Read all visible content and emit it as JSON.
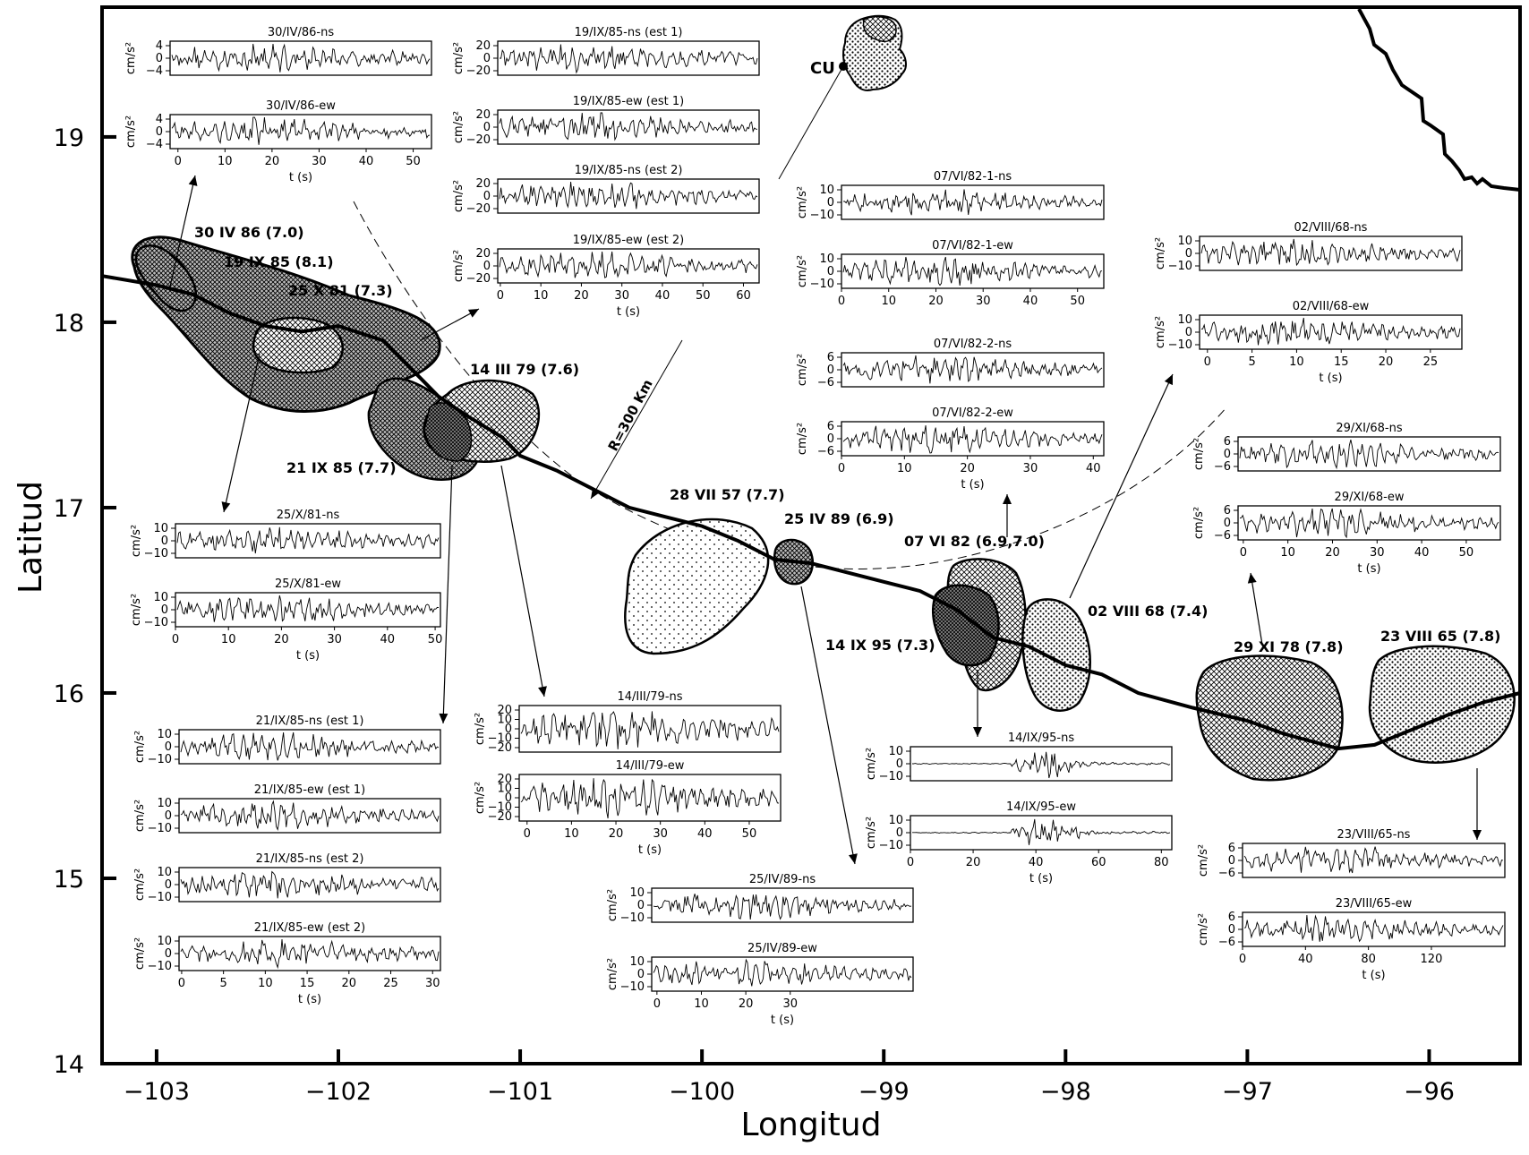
{
  "map": {
    "xlabel": "Longitud",
    "ylabel": "Latitud",
    "xlim": [
      -103.3,
      -95.5
    ],
    "ylim": [
      14,
      19.7
    ],
    "xticks": [
      "−103",
      "−102",
      "−101",
      "−100",
      "−99",
      "−98",
      "−97",
      "−96"
    ],
    "yticks": [
      "14",
      "15",
      "16",
      "17",
      "18",
      "19"
    ],
    "station_label": "CU",
    "radius_label": "R=300 Km"
  },
  "coastline_latlon": [
    [
      -103.3,
      18.25
    ],
    [
      -103.0,
      18.2
    ],
    [
      -102.8,
      18.15
    ],
    [
      -102.6,
      18.05
    ],
    [
      -102.4,
      17.98
    ],
    [
      -102.2,
      17.95
    ],
    [
      -102.0,
      17.98
    ],
    [
      -101.75,
      17.9
    ],
    [
      -101.6,
      17.75
    ],
    [
      -101.45,
      17.6
    ],
    [
      -101.3,
      17.5
    ],
    [
      -101.1,
      17.38
    ],
    [
      -101.0,
      17.28
    ],
    [
      -100.8,
      17.2
    ],
    [
      -100.6,
      17.1
    ],
    [
      -100.4,
      17.0
    ],
    [
      -100.2,
      16.95
    ],
    [
      -100.0,
      16.9
    ],
    [
      -99.8,
      16.82
    ],
    [
      -99.6,
      16.72
    ],
    [
      -99.4,
      16.7
    ],
    [
      -99.2,
      16.65
    ],
    [
      -99.0,
      16.6
    ],
    [
      -98.8,
      16.55
    ],
    [
      -98.6,
      16.45
    ],
    [
      -98.4,
      16.3
    ],
    [
      -98.2,
      16.25
    ],
    [
      -98.0,
      16.15
    ],
    [
      -97.8,
      16.1
    ],
    [
      -97.6,
      16.0
    ],
    [
      -97.3,
      15.92
    ],
    [
      -97.0,
      15.85
    ],
    [
      -96.8,
      15.78
    ],
    [
      -96.5,
      15.7
    ],
    [
      -96.3,
      15.72
    ],
    [
      -96.1,
      15.8
    ],
    [
      -95.9,
      15.88
    ],
    [
      -95.7,
      15.95
    ],
    [
      -95.5,
      16.0
    ]
  ],
  "events": [
    {
      "label": "30 IV 86 (7.0)"
    },
    {
      "label": "19 IX 85 (8.1)"
    },
    {
      "label": "25 X 81 (7.3)"
    },
    {
      "label": "14 III 79 (7.6)"
    },
    {
      "label": "21 IX 85 (7.7)"
    },
    {
      "label": "28 VII 57 (7.7)"
    },
    {
      "label": "25 IV 89 (6.9)"
    },
    {
      "label": "07 VI 82 (6.9,7.0)"
    },
    {
      "label": "14 IX 95 (7.3)"
    },
    {
      "label": "02 VIII 68 (7.4)"
    },
    {
      "label": "29 XI 78 (7.8)"
    },
    {
      "label": "23 VIII 65 (7.8)"
    }
  ],
  "records": [
    {
      "title": "30/IV/86-ns",
      "yticks": [
        "4",
        "0",
        "−4"
      ],
      "amp": 4
    },
    {
      "title": "30/IV/86-ew",
      "yticks": [
        "4",
        "0",
        "−4"
      ],
      "amp": 4
    },
    {
      "title": "19/IX/85-ns (est 1)",
      "yticks": [
        "20",
        "0",
        "−20"
      ],
      "amp": 20
    },
    {
      "title": "19/IX/85-ew (est 1)",
      "yticks": [
        "20",
        "0",
        "−20"
      ],
      "amp": 20
    },
    {
      "title": "19/IX/85-ns (est 2)",
      "yticks": [
        "20",
        "0",
        "−20"
      ],
      "amp": 20
    },
    {
      "title": "19/IX/85-ew (est 2)",
      "yticks": [
        "20",
        "0",
        "−20"
      ],
      "amp": 20
    },
    {
      "title": "07/VI/82-1-ns",
      "yticks": [
        "10",
        "0",
        "−10"
      ],
      "amp": 10
    },
    {
      "title": "07/VI/82-1-ew",
      "yticks": [
        "10",
        "0",
        "−10"
      ],
      "amp": 10
    },
    {
      "title": "07/VI/82-2-ns",
      "yticks": [
        "6",
        "0",
        "−6"
      ],
      "amp": 6
    },
    {
      "title": "07/VI/82-2-ew",
      "yticks": [
        "6",
        "0",
        "−6"
      ],
      "amp": 6
    },
    {
      "title": "02/VIII/68-ns",
      "yticks": [
        "10",
        "0",
        "−10"
      ],
      "amp": 10
    },
    {
      "title": "02/VIII/68-ew",
      "yticks": [
        "10",
        "0",
        "−10"
      ],
      "amp": 10
    },
    {
      "title": "29/XI/68-ns",
      "yticks": [
        "6",
        "0",
        "−6"
      ],
      "amp": 6
    },
    {
      "title": "29/XI/68-ew",
      "yticks": [
        "6",
        "0",
        "−6"
      ],
      "amp": 6
    },
    {
      "title": "25/X/81-ns",
      "yticks": [
        "10",
        "0",
        "−10"
      ],
      "amp": 10
    },
    {
      "title": "25/X/81-ew",
      "yticks": [
        "10",
        "0",
        "−10"
      ],
      "amp": 10
    },
    {
      "title": "21/IX/85-ns (est 1)",
      "yticks": [
        "10",
        "0",
        "−10"
      ],
      "amp": 10
    },
    {
      "title": "21/IX/85-ew (est 1)",
      "yticks": [
        "10",
        "0",
        "−10"
      ],
      "amp": 10
    },
    {
      "title": "21/IX/85-ns (est 2)",
      "yticks": [
        "10",
        "0",
        "−10"
      ],
      "amp": 10
    },
    {
      "title": "21/IX/85-ew (est 2)",
      "yticks": [
        "10",
        "0",
        "−10"
      ],
      "amp": 10
    },
    {
      "title": "14/III/79-ns",
      "yticks": [
        "20",
        "10",
        "0",
        "−10",
        "−20"
      ],
      "amp": 20
    },
    {
      "title": "14/III/79-ew",
      "yticks": [
        "20",
        "10",
        "0",
        "−10",
        "−20"
      ],
      "amp": 20
    },
    {
      "title": "25/IV/89-ns",
      "yticks": [
        "10",
        "0",
        "−10"
      ],
      "amp": 10
    },
    {
      "title": "25/IV/89-ew",
      "yticks": [
        "10",
        "0",
        "−10"
      ],
      "amp": 10
    },
    {
      "title": "14/IX/95-ns",
      "yticks": [
        "10",
        "0",
        "−10"
      ],
      "amp": 10
    },
    {
      "title": "14/IX/95-ew",
      "yticks": [
        "10",
        "0",
        "−10"
      ],
      "amp": 10
    },
    {
      "title": "23/VIII/65-ns",
      "yticks": [
        "6",
        "0",
        "−6"
      ],
      "amp": 6
    },
    {
      "title": "23/VIII/65-ew",
      "yticks": [
        "6",
        "0",
        "−6"
      ],
      "amp": 6
    }
  ],
  "record_axes": [
    {
      "ticks": [
        "0",
        "10",
        "20",
        "30",
        "40",
        "50"
      ],
      "xlabel": "t (s)"
    },
    {
      "ticks": [
        "0",
        "10",
        "20",
        "30",
        "40",
        "50",
        "60"
      ],
      "xlabel": "t (s)"
    },
    {
      "ticks": [
        "0",
        "10",
        "20",
        "30",
        "40",
        "50"
      ],
      "xlabel": ""
    },
    {
      "ticks": [
        "0",
        "10",
        "20",
        "30",
        "40"
      ],
      "xlabel": "t (s)"
    },
    {
      "ticks": [
        "0",
        "5",
        "10",
        "15",
        "20",
        "25"
      ],
      "xlabel": "t (s)"
    },
    {
      "ticks": [
        "0",
        "10",
        "20",
        "30",
        "40",
        "50"
      ],
      "xlabel": "t (s)"
    },
    {
      "ticks": [
        "0",
        "20",
        "40",
        "60",
        "80"
      ],
      "xlabel": "t (s)"
    },
    {
      "ticks": [
        "0",
        "5",
        "10",
        "15",
        "20",
        "25",
        "30"
      ],
      "xlabel": "t (s)"
    },
    {
      "ticks": [
        "0",
        "10",
        "20",
        "30",
        "40",
        "50"
      ],
      "xlabel": "t (s)"
    },
    {
      "ticks": [
        "0",
        "10",
        "20",
        "30",
        "40",
        "50"
      ],
      "xlabel": "t (s)"
    },
    {
      "ticks": [
        "0",
        "40",
        "80",
        "120"
      ],
      "xlabel": "t (s)"
    },
    {
      "ticks": [
        "0",
        "10",
        "20",
        "30"
      ],
      "xlabel": "t (s)"
    }
  ],
  "units_label": "cm/s²"
}
